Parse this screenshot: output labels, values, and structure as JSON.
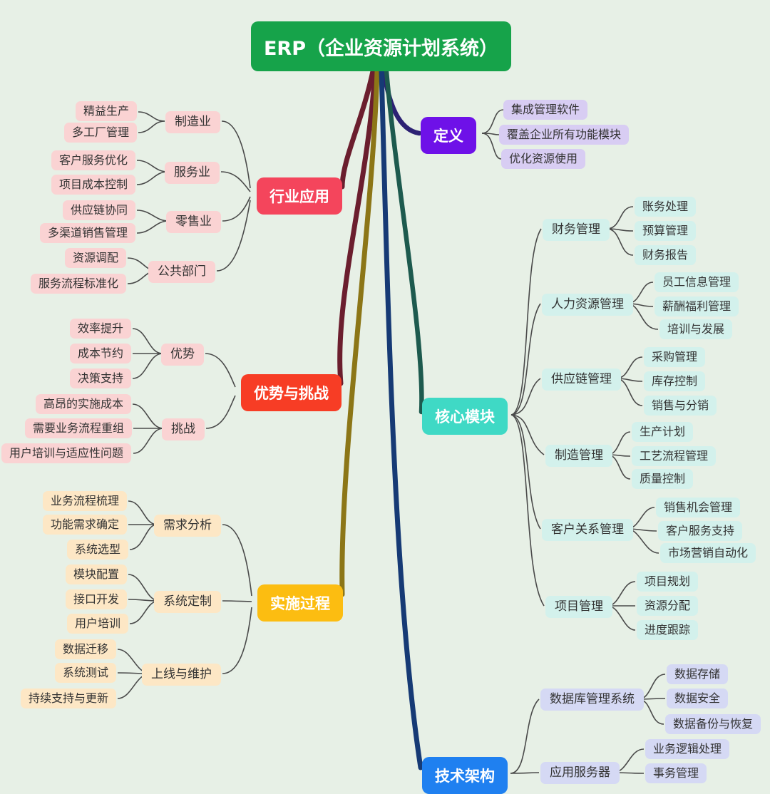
{
  "root": {
    "label": "ERP（企业资源计划系统）"
  },
  "branches": [
    {
      "label": "定义",
      "children": [
        {
          "label": "集成管理软件"
        },
        {
          "label": "覆盖企业所有功能模块"
        },
        {
          "label": "优化资源使用"
        }
      ]
    },
    {
      "label": "行业应用",
      "children": [
        {
          "label": "制造业",
          "children": [
            {
              "label": "精益生产"
            },
            {
              "label": "多工厂管理"
            }
          ]
        },
        {
          "label": "服务业",
          "children": [
            {
              "label": "客户服务优化"
            },
            {
              "label": "项目成本控制"
            }
          ]
        },
        {
          "label": "零售业",
          "children": [
            {
              "label": "供应链协同"
            },
            {
              "label": "多渠道销售管理"
            }
          ]
        },
        {
          "label": "公共部门",
          "children": [
            {
              "label": "资源调配"
            },
            {
              "label": "服务流程标准化"
            }
          ]
        }
      ]
    },
    {
      "label": "优势与挑战",
      "children": [
        {
          "label": "优势",
          "children": [
            {
              "label": "效率提升"
            },
            {
              "label": "成本节约"
            },
            {
              "label": "决策支持"
            }
          ]
        },
        {
          "label": "挑战",
          "children": [
            {
              "label": "高昂的实施成本"
            },
            {
              "label": "需要业务流程重组"
            },
            {
              "label": "用户培训与适应性问题"
            }
          ]
        }
      ]
    },
    {
      "label": "实施过程",
      "children": [
        {
          "label": "需求分析",
          "children": [
            {
              "label": "业务流程梳理"
            },
            {
              "label": "功能需求确定"
            },
            {
              "label": "系统选型"
            }
          ]
        },
        {
          "label": "系统定制",
          "children": [
            {
              "label": "模块配置"
            },
            {
              "label": "接口开发"
            },
            {
              "label": "用户培训"
            }
          ]
        },
        {
          "label": "上线与维护",
          "children": [
            {
              "label": "数据迁移"
            },
            {
              "label": "系统测试"
            },
            {
              "label": "持续支持与更新"
            }
          ]
        }
      ]
    },
    {
      "label": "核心模块",
      "children": [
        {
          "label": "财务管理",
          "children": [
            {
              "label": "账务处理"
            },
            {
              "label": "预算管理"
            },
            {
              "label": "财务报告"
            }
          ]
        },
        {
          "label": "人力资源管理",
          "children": [
            {
              "label": "员工信息管理"
            },
            {
              "label": "薪酬福利管理"
            },
            {
              "label": "培训与发展"
            }
          ]
        },
        {
          "label": "供应链管理",
          "children": [
            {
              "label": "采购管理"
            },
            {
              "label": "库存控制"
            },
            {
              "label": "销售与分销"
            }
          ]
        },
        {
          "label": "制造管理",
          "children": [
            {
              "label": "生产计划"
            },
            {
              "label": "工艺流程管理"
            },
            {
              "label": "质量控制"
            }
          ]
        },
        {
          "label": "客户关系管理",
          "children": [
            {
              "label": "销售机会管理"
            },
            {
              "label": "客户服务支持"
            },
            {
              "label": "市场营销自动化"
            }
          ]
        },
        {
          "label": "项目管理",
          "children": [
            {
              "label": "项目规划"
            },
            {
              "label": "资源分配"
            },
            {
              "label": "进度跟踪"
            }
          ]
        }
      ]
    },
    {
      "label": "技术架构",
      "children": [
        {
          "label": "数据库管理系统",
          "children": [
            {
              "label": "数据存储"
            },
            {
              "label": "数据安全"
            },
            {
              "label": "数据备份与恢复"
            }
          ]
        },
        {
          "label": "应用服务器",
          "children": [
            {
              "label": "业务逻辑处理"
            },
            {
              "label": "事务管理"
            }
          ]
        }
      ]
    }
  ],
  "colors": {
    "background": "#e7f0e6",
    "root": "#16a34a",
    "definition": "#6e11e8",
    "definition_child": "#d8cdf3",
    "industry": "#f4455c",
    "industry_child": "#fad3d3",
    "pros_cons": "#f73d25",
    "implementation": "#fcbd11",
    "implementation_child": "#fde7c5",
    "core_modules": "#3fd9c5",
    "core_child": "#d3f1ec",
    "tech": "#1f80f0",
    "tech_child": "#d5d9f4",
    "curve_definition": "#2c2173",
    "curve_maroon": "#6b1e2e",
    "curve_olive": "#8c7617",
    "curve_teal": "#1d5a4e",
    "curve_navy": "#163a75",
    "thin_line": "#4a4a4a"
  }
}
